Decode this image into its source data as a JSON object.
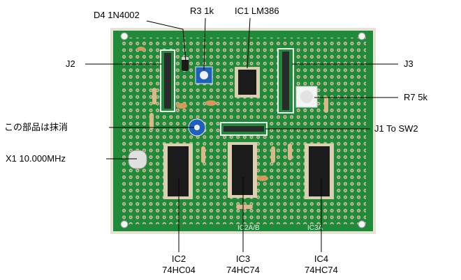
{
  "labels": {
    "d4": "D4 1N4002",
    "r3": "R3 1k",
    "ic1": "IC1 LM386",
    "j2": "J2",
    "j3": "J3",
    "r7": "R7 5k",
    "removed_part": "この部品は抹消",
    "j1": "J1 To SW2",
    "x1": "X1 10.000MHz",
    "ic2_name": "IC2",
    "ic2_part": "74HC04",
    "ic3_name": "IC3",
    "ic3_part": "74HC74",
    "ic4_name": "IC4",
    "ic4_part": "74HC74"
  },
  "silkscreen": {
    "ic2a_b": "IC2A/B",
    "ic3a": "IC3A"
  },
  "colors": {
    "pcb_green": "#1f8a3a",
    "pcb_edge": "#d9d4c4",
    "pad_copper": "#cfc7a5",
    "chip_black": "#1b1b1b",
    "trimmer_blue": "#1f5fbf",
    "leader_line": "#000000"
  }
}
